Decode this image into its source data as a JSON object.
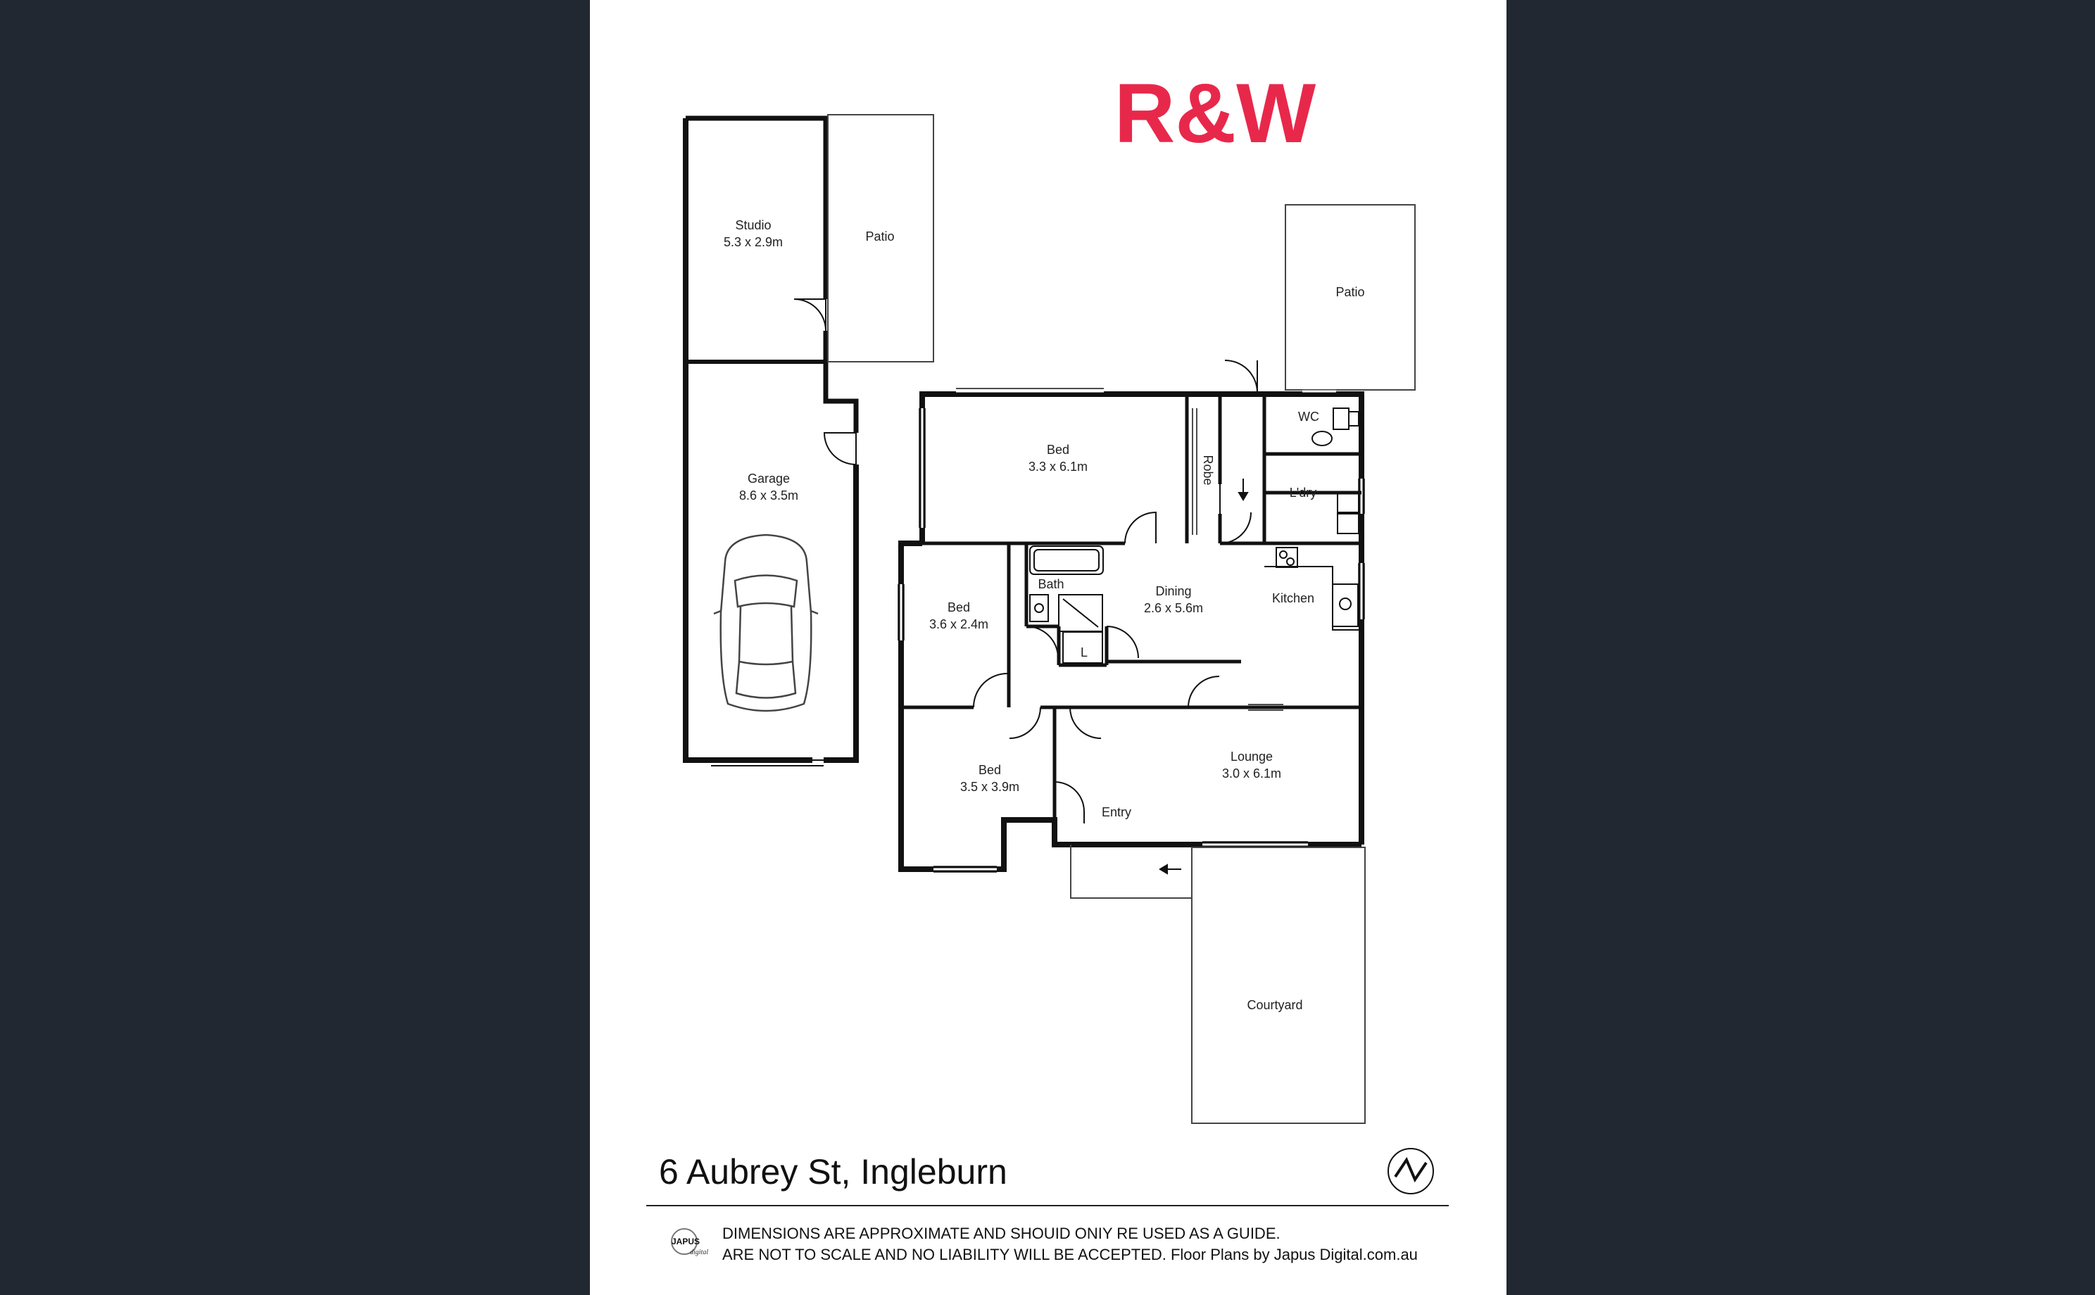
{
  "brand": {
    "logo_text": "R&W",
    "logo_color": "#e8284b"
  },
  "address": "6 Aubrey St, Ingleburn",
  "disclaimer": {
    "line1": "DIMENSIONS ARE APPROXIMATE AND SHOUID ONIY RE USED AS A GUIDE.",
    "line2": "ARE NOT TO SCALE AND NO LIABILITY WILL BE ACCEPTED. Floor Plans by Japus Digital.com.au"
  },
  "footer_logo": {
    "text": "JAPUS",
    "sub": "digital"
  },
  "rooms": {
    "studio": {
      "name": "Studio",
      "size": "5.3 x 2.9m"
    },
    "patio_left": {
      "name": "Patio"
    },
    "garage": {
      "name": "Garage",
      "size": "8.6 x 3.5m"
    },
    "patio_right": {
      "name": "Patio"
    },
    "bed_master": {
      "name": "Bed",
      "size": "3.3 x 6.1m"
    },
    "robe": {
      "name": "Robe"
    },
    "wc": {
      "name": "WC"
    },
    "laundry": {
      "name": "L'dry"
    },
    "bath": {
      "name": "Bath"
    },
    "bed_two": {
      "name": "Bed",
      "size": "3.6 x 2.4m"
    },
    "dining": {
      "name": "Dining",
      "size": "2.6 x 5.6m"
    },
    "kitchen": {
      "name": "Kitchen"
    },
    "linen": {
      "name": "L"
    },
    "bed_three": {
      "name": "Bed",
      "size": "3.5 x 3.9m"
    },
    "lounge": {
      "name": "Lounge",
      "size": "3.0 x 6.1m"
    },
    "entry": {
      "name": "Entry"
    },
    "courtyard": {
      "name": "Courtyard"
    }
  },
  "colors": {
    "background": "#222831",
    "sheet": "#ffffff",
    "walls": "#111111",
    "brand": "#e8284b"
  },
  "icons": [
    "car-icon",
    "north-arrow-icon",
    "japus-logo-icon"
  ]
}
